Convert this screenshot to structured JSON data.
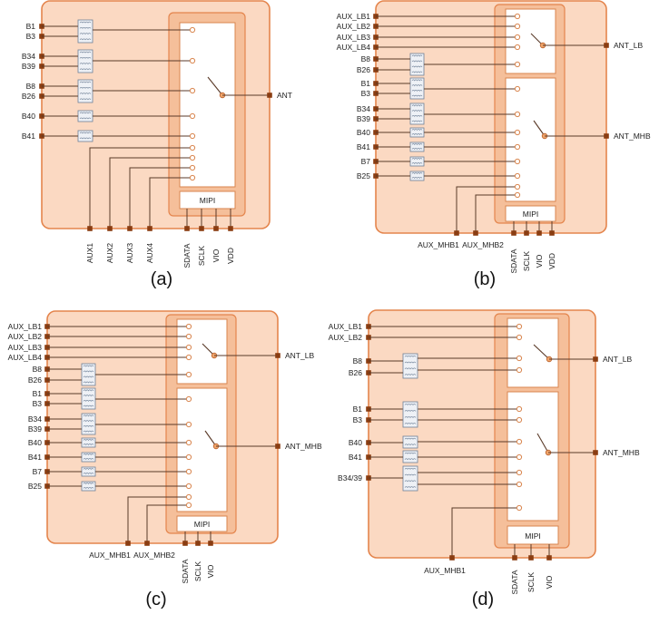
{
  "diagrams": [
    {
      "caption": "(a)",
      "left_pins": [
        "B1",
        "B3",
        "B34",
        "B39",
        "B8",
        "B26",
        "B40",
        "B41"
      ],
      "right_pins": [
        "ANT"
      ],
      "bottom_pins": [
        "AUX1",
        "AUX2",
        "AUX3",
        "AUX4",
        "SDATA",
        "SCLK",
        "VIO",
        "VDD"
      ],
      "controller": "MIPI"
    },
    {
      "caption": "(b)",
      "left_pins": [
        "AUX_LB1",
        "AUX_LB2",
        "AUX_LB3",
        "AUX_LB4",
        "B8",
        "B26",
        "B1",
        "B3",
        "B34",
        "B39",
        "B40",
        "B41",
        "B7",
        "B25"
      ],
      "right_pins": [
        "ANT_LB",
        "ANT_MHB"
      ],
      "bottom_pins": [
        "AUX_MHB1",
        "AUX_MHB2",
        "SDATA",
        "SCLK",
        "VIO",
        "VDD"
      ],
      "controller": "MIPI"
    },
    {
      "caption": "(c)",
      "left_pins": [
        "AUX_LB1",
        "AUX_LB2",
        "AUX_LB3",
        "AUX_LB4",
        "B8",
        "B26",
        "B1",
        "B3",
        "B34",
        "B39",
        "B40",
        "B41",
        "B7",
        "B25"
      ],
      "right_pins": [
        "ANT_LB",
        "ANT_MHB"
      ],
      "bottom_pins": [
        "AUX_MHB1",
        "AUX_MHB2",
        "SDATA",
        "SCLK",
        "VIO"
      ],
      "controller": "MIPI"
    },
    {
      "caption": "(d)",
      "left_pins": [
        "AUX_LB1",
        "AUX_LB2",
        "B8",
        "B26",
        "B1",
        "B3",
        "B40",
        "B41",
        "B34/39"
      ],
      "right_pins": [
        "ANT_LB",
        "ANT_MHB"
      ],
      "bottom_pins": [
        "AUX_MHB1",
        "SDATA",
        "SCLK",
        "VIO"
      ],
      "controller": "MIPI"
    }
  ],
  "colors": {
    "module_fill": "#fbd9c2",
    "module_border": "#e4854d",
    "switch_block": "#f5bf9a",
    "pin": "#8a3d12"
  },
  "icons": [
    "filter-icon",
    "switch-icon"
  ]
}
